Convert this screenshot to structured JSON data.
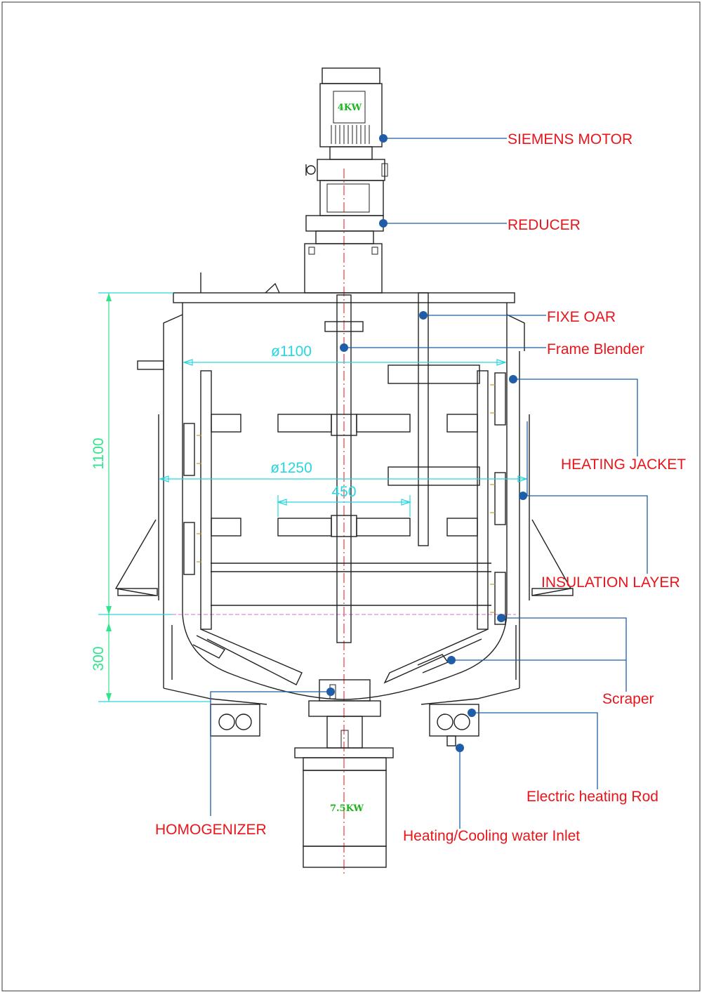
{
  "motor": {
    "power": "4KW"
  },
  "homogenizer_motor": {
    "power": "7.5KW"
  },
  "labels": {
    "siemens_motor": "SIEMENS MOTOR",
    "reducer": "REDUCER",
    "fixe_oar": "FIXE OAR",
    "frame_blender": "Frame Blender",
    "heating_jacket": "HEATING JACKET",
    "insulation_layer": "INSULATION LAYER",
    "scraper": "Scraper",
    "electric_heating_rod": "Electric heating Rod",
    "water_inlet": "Heating/Cooling water Inlet",
    "homogenizer": "HOMOGENIZER"
  },
  "dimensions": {
    "inner_diameter": "ø1100",
    "outer_diameter": "ø1250",
    "blade_width": "450",
    "height": "1100",
    "bottom_depth": "300"
  },
  "colors": {
    "label": "#e8151b",
    "leader": "#1f5da8",
    "dimension_cyan": "#28d6e0",
    "dimension_green": "#2fe58a",
    "motor_text": "#1db41d"
  }
}
